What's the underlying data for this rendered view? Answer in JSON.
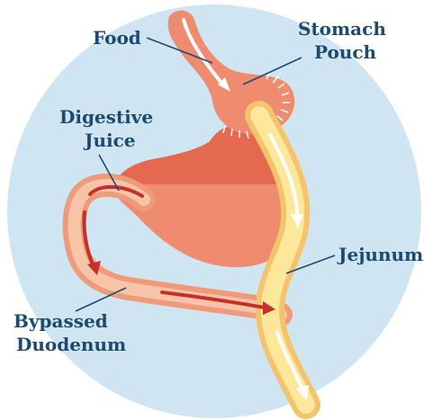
{
  "labels": {
    "food": "Food",
    "stomach_pouch_line1": "Stomach",
    "stomach_pouch_line2": "Pouch",
    "digestive_juice_line1": "Digestive",
    "digestive_juice_line2": "Juice",
    "jejunum": "Jejunum",
    "bypassed_duodenum_line1": "Bypassed",
    "bypassed_duodenum_line2": "Duodenum"
  },
  "colors": {
    "background_circle": "#cfe6f2",
    "stomach": "#ef8c6f",
    "stomach_shadow": "#e4694f",
    "intestine_outer": "#f09a7c",
    "intestine_inner": "#f8c4a8",
    "jejunum_outer": "#f4c46d",
    "jejunum_inner": "#fde79a",
    "food_path_arrow": "#ffffff",
    "digestive_arrow": "#c4302b",
    "label_text": "#1d4a6e",
    "leader_line": "#1d4a6e"
  }
}
